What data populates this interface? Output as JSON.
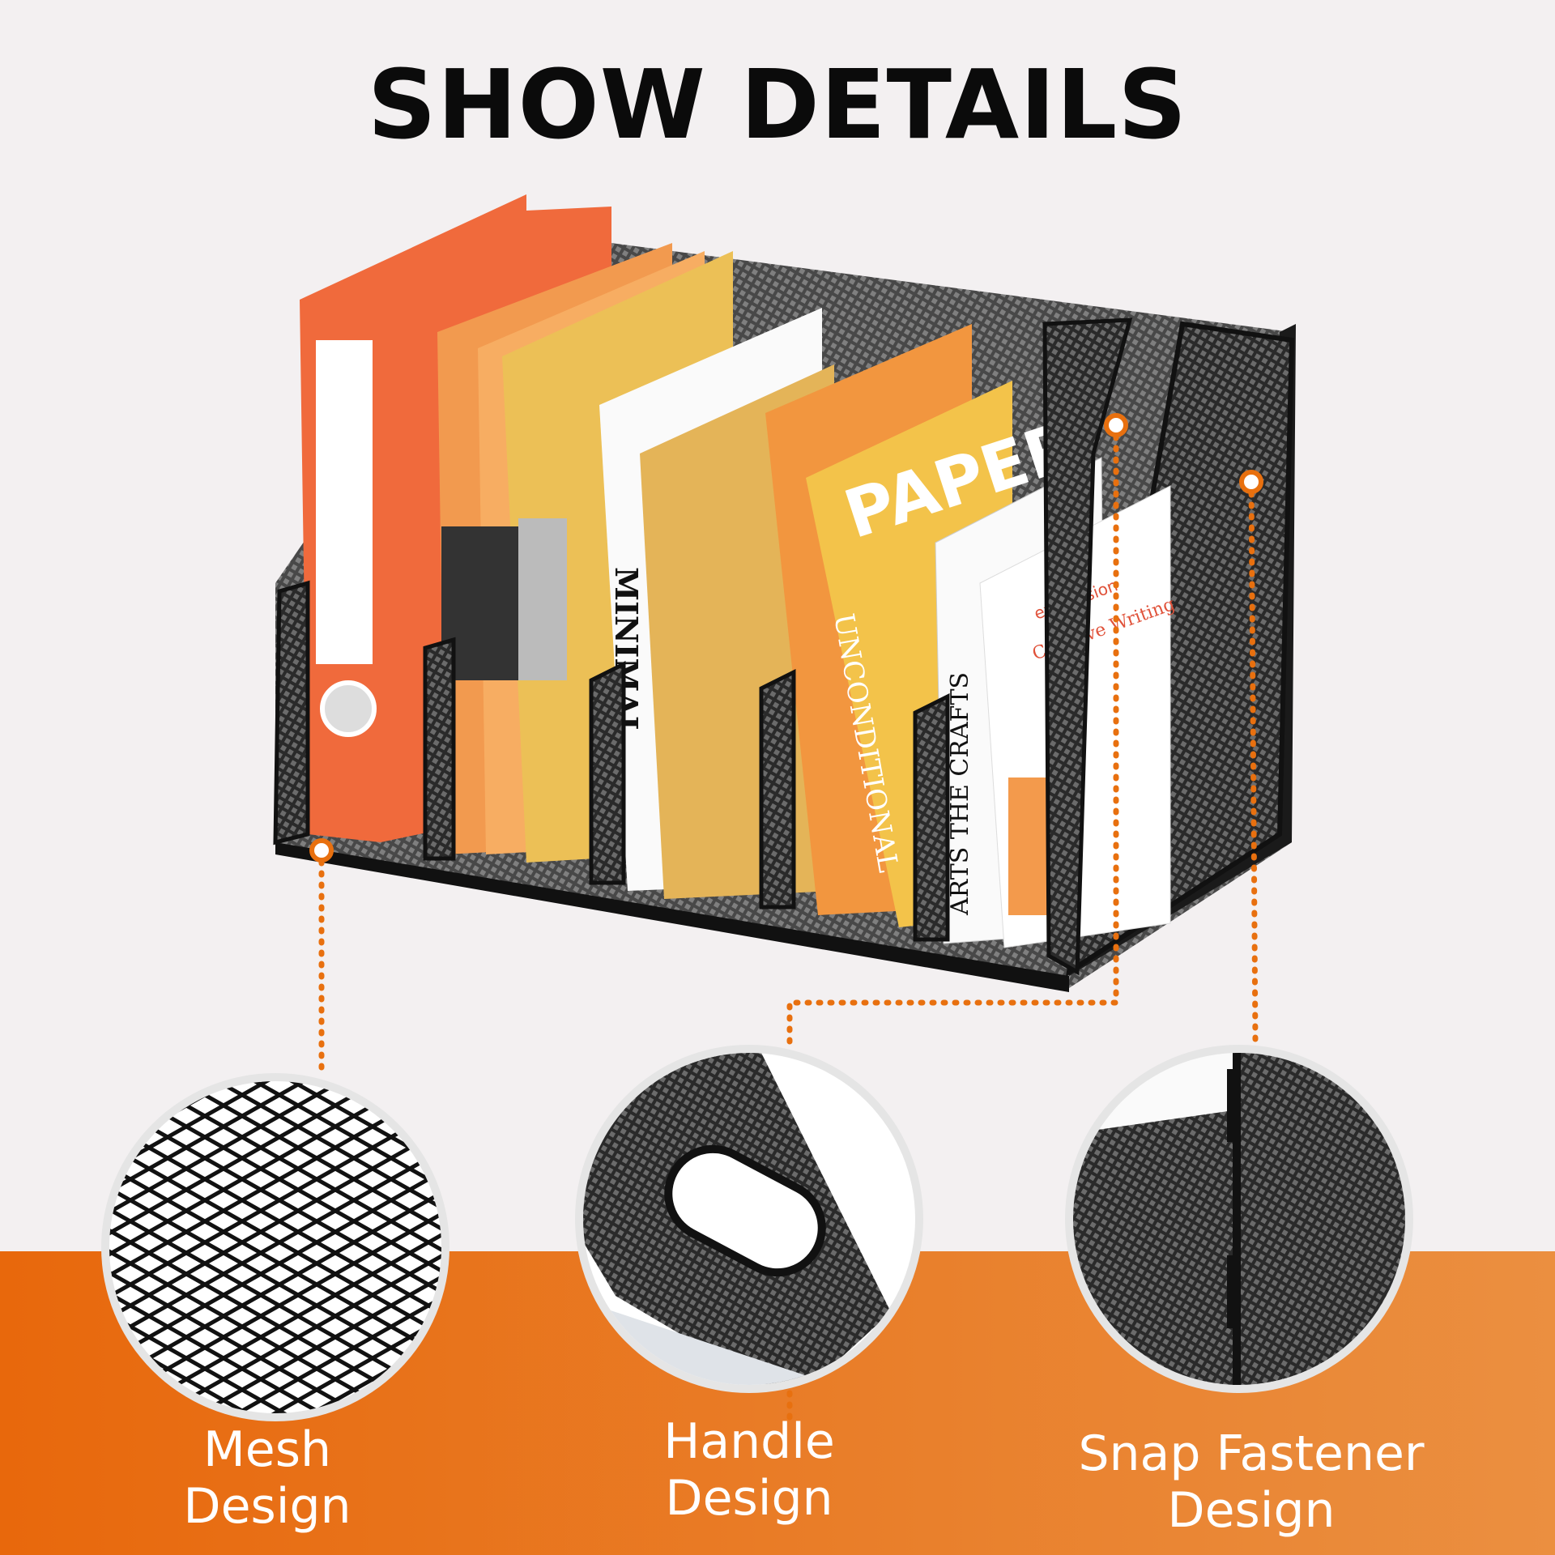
{
  "title": "SHOW DETAILS",
  "colors": {
    "accent": "#e8700f",
    "background": "#f3f0f1",
    "frame": "#1a1a1a"
  },
  "product_text": {
    "book1": "MINIMAL",
    "book2": "PAPER",
    "book3": "UNCONDITIONAL",
    "book4": "ARTS THE CRAFTS",
    "book5_brand": "expression",
    "book5_title": "Creative Writing"
  },
  "details": [
    {
      "line1": "Mesh",
      "line2": "Design"
    },
    {
      "line1": "Handle",
      "line2": "Design"
    },
    {
      "line1": "Snap Fastener",
      "line2": "Design"
    }
  ]
}
